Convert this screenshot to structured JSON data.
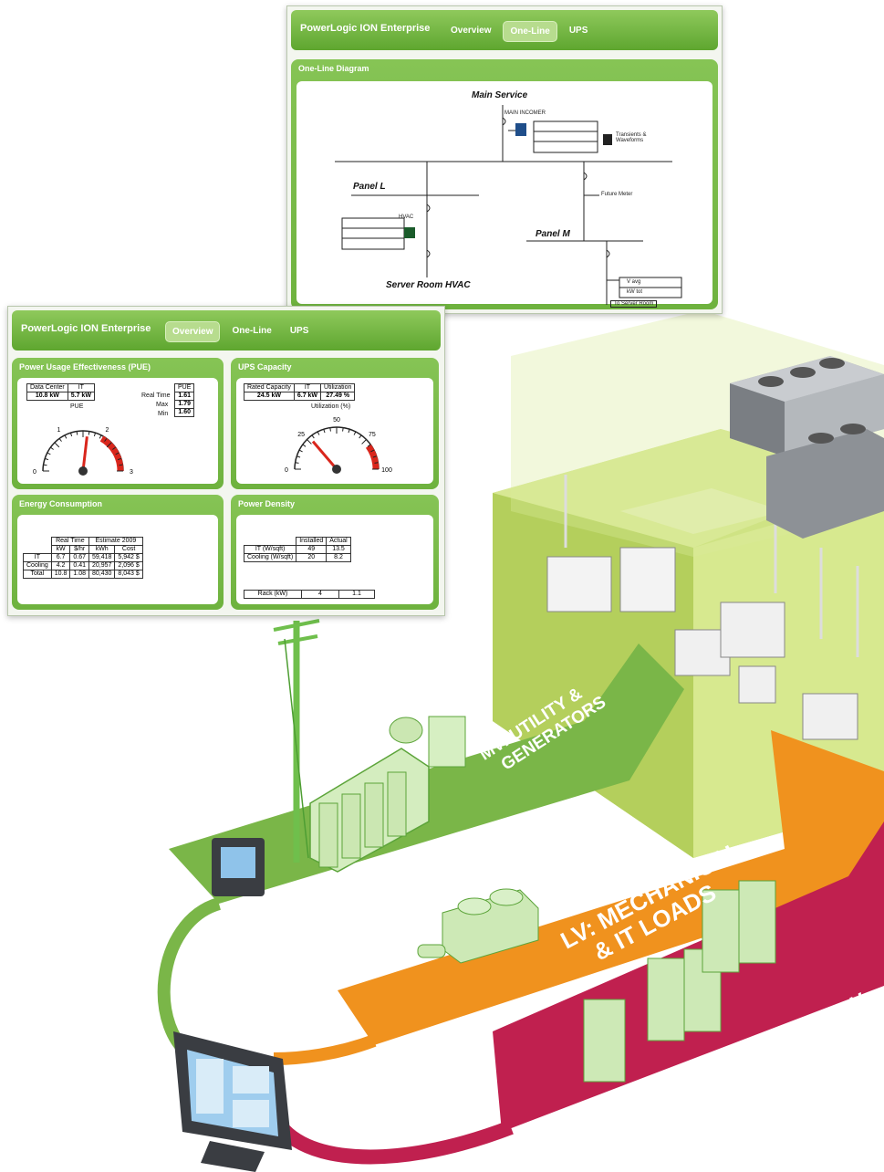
{
  "one_line_window": {
    "app_title": "PowerLogic ION Enterprise",
    "tabs": [
      "Overview",
      "One-Line",
      "UPS"
    ],
    "active_tab": "One-Line",
    "panel_title": "One-Line Diagram",
    "diagram": {
      "main_service": "Main Service",
      "main_incomer": "MAIN INCOMER",
      "transients": "Transients &\nWaveforms",
      "panel_l": "Panel L",
      "panel_m": "Panel M",
      "hvac": "HVAC",
      "future_meter": "Future Meter",
      "server_room_hvac": "Server Room HVAC",
      "v_avg": "V avg",
      "kw_tot": "kW tot",
      "to_server_room": "To Server Room"
    }
  },
  "overview_window": {
    "app_title": "PowerLogic ION Enterprise",
    "tabs": [
      "Overview",
      "One-Line",
      "UPS"
    ],
    "active_tab": "Overview",
    "pue": {
      "title": "Power Usage Effectiveness (PUE)",
      "headers": [
        "Data Center",
        "IT"
      ],
      "values": [
        "10.8 kW",
        "5.7 kW"
      ],
      "gauge_label": "PUE",
      "pue_header": "PUE",
      "rows": [
        {
          "label": "Real Time",
          "value": "1.61"
        },
        {
          "label": "Max",
          "value": "1.79"
        },
        {
          "label": "Min",
          "value": "1.60"
        }
      ],
      "gauge_ticks": [
        "0",
        "1",
        "2",
        "3"
      ],
      "gauge_value": 1.61
    },
    "ups": {
      "title": "UPS Capacity",
      "headers": [
        "Rated Capacity",
        "IT",
        "Utilization"
      ],
      "values": [
        "24.5 kW",
        "6.7 kW",
        "27.49 %"
      ],
      "gauge_label": "Utilization (%)",
      "gauge_ticks": [
        "0",
        "25",
        "50",
        "75",
        "100"
      ],
      "gauge_value": 27.49
    },
    "energy": {
      "title": "Energy Consumption",
      "group_headers": [
        "Real Time",
        "Estimate 2009"
      ],
      "col_headers": [
        "kW",
        "$/hr",
        "kWh",
        "Cost"
      ],
      "rows": [
        {
          "label": "IT",
          "cells": [
            "6.7",
            "0.67",
            "59,418",
            "5,942 $"
          ]
        },
        {
          "label": "Cooling",
          "cells": [
            "4.2",
            "0.41",
            "20,957",
            "2,096 $"
          ]
        },
        {
          "label": "Total",
          "cells": [
            "10.8",
            "1.08",
            "80,430",
            "8,043 $"
          ]
        }
      ]
    },
    "density": {
      "title": "Power Density",
      "headers": [
        "Installed",
        "Actual"
      ],
      "rows": [
        {
          "label": "IT (W/sqft)",
          "cells": [
            "49",
            "13.5"
          ]
        },
        {
          "label": "Cooling (W/sqft)",
          "cells": [
            "20",
            "8.2"
          ]
        }
      ],
      "rack": {
        "label": "Rack (kW)",
        "cells": [
          "4",
          "1.1"
        ]
      }
    }
  },
  "illustration": {
    "arrows": [
      {
        "name": "mv",
        "lines": [
          "MV: UTILITY &",
          "GENERATORS"
        ],
        "color": "#7ab648"
      },
      {
        "name": "lv-mech",
        "lines": [
          "LV: MECHANICAL",
          "& IT LOADS"
        ],
        "color": "#f0921e"
      },
      {
        "name": "lv-it",
        "lines": [
          "LV-"
        ],
        "color": "#c0204f"
      }
    ],
    "colors": {
      "green": "#7ab648",
      "orange": "#f0921e",
      "magenta": "#c0204f",
      "building": "#c8e07a"
    }
  }
}
